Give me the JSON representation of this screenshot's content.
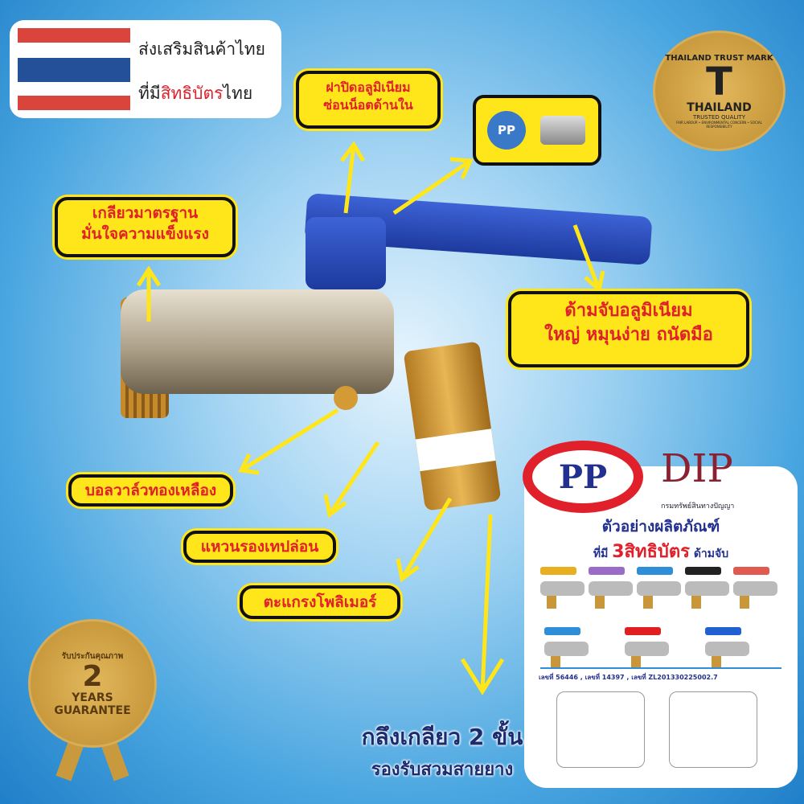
{
  "promo": {
    "line1": "ส่งเสริมสินค้าไทย",
    "line2_prefix": "ที่มี",
    "line2_highlight": "สิทธิบัตร",
    "line2_suffix": "ไทย"
  },
  "callouts": {
    "cap": [
      "ฝาปิดอลูมิเนียม",
      "ซ่อนน็อตด้านใน"
    ],
    "thread": [
      "เกลียวมาตรฐาน",
      "มั่นใจความแข็งแรง"
    ],
    "handle": [
      "ด้ามจับอลูมิเนียม",
      "ใหญ่ หมุนง่าย ถนัดมือ"
    ],
    "ball": "บอลวาล์วทองเหลือง",
    "ring": "แหวนรองเทปล่อน",
    "screen": "ตะแกรงโพลิเมอร์",
    "nozzle": [
      "กลึงเกลียว 2 ขั้น",
      "รองรับสวมสายยาง"
    ]
  },
  "trust_mark": {
    "top": "THAILAND TRUST MARK",
    "main": "THAILAND",
    "sub": "TRUSTED QUALITY",
    "ring": "FAIR LABOUR • ENVIRONMENTAL CONCERN • SOCIAL RESPONSIBILITY"
  },
  "guarantee": {
    "thai": "รับประกันคุณภาพ",
    "number": "2",
    "unit": "YEARS",
    "label": "GUARANTEE"
  },
  "cap_logo": "PP",
  "panel": {
    "brand": "PP",
    "dip": "DIP",
    "dip_name": "กรมทรัพย์สินทางปัญญา",
    "title": "ตัวอย่างผลิตภัณฑ์",
    "subtitle_prefix": "ที่มี",
    "subtitle_highlight": "3สิทธิบัตร",
    "subtitle_suffix": "ด้ามจับ",
    "patents": "เลขที่ 56446 , เลขที่ 14397 , เลขที่ ZL201330225002.7",
    "handle_colors": [
      "#e8b020",
      "#9a6cc8",
      "#2e8fd8",
      "#222222",
      "#e05a50",
      "#2e8fd8",
      "#e02020",
      "#2060d0"
    ]
  },
  "colors": {
    "callout_bg": "#ffe61a",
    "callout_text": "#e0202a",
    "handle": "#2a4cc0",
    "accent": "#e0202a"
  }
}
